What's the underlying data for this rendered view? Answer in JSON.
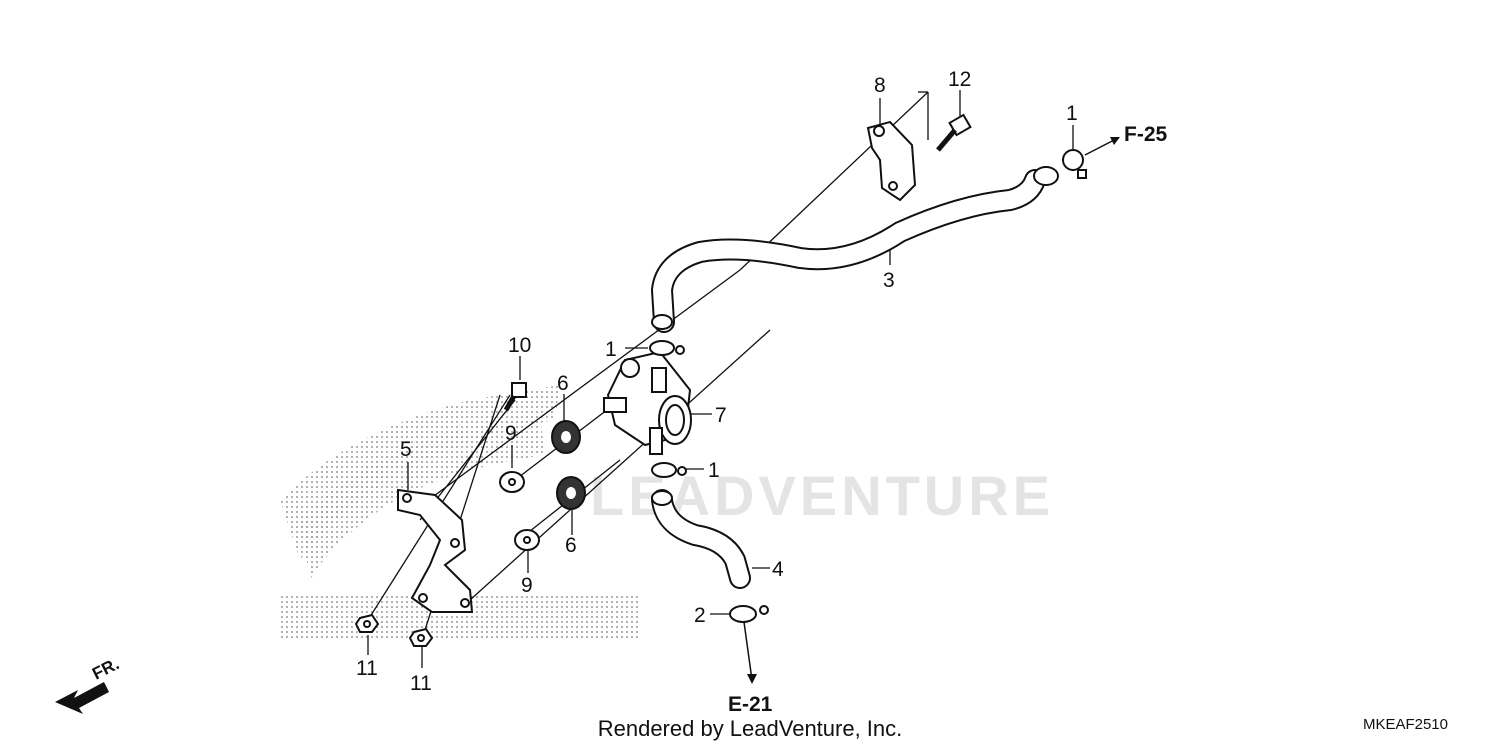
{
  "watermark": {
    "text": "LEADVENTURE"
  },
  "callouts": {
    "c1a": "1",
    "c1b": "1",
    "c1c": "1",
    "c2": "2",
    "c3": "3",
    "c4": "4",
    "c5": "5",
    "c6a": "6",
    "c6b": "6",
    "c7": "7",
    "c8": "8",
    "c9a": "9",
    "c9b": "9",
    "c10": "10",
    "c11a": "11",
    "c11b": "11",
    "c12": "12"
  },
  "refs": {
    "upper": "F-25",
    "lower": "E-21"
  },
  "direction": {
    "label": "FR."
  },
  "footer": {
    "credit": "Rendered by LeadVenture, Inc.",
    "code": "MKEAF2510"
  },
  "colors": {
    "ink": "#111111",
    "watermark": "#e4e4e4",
    "background": "#ffffff"
  }
}
